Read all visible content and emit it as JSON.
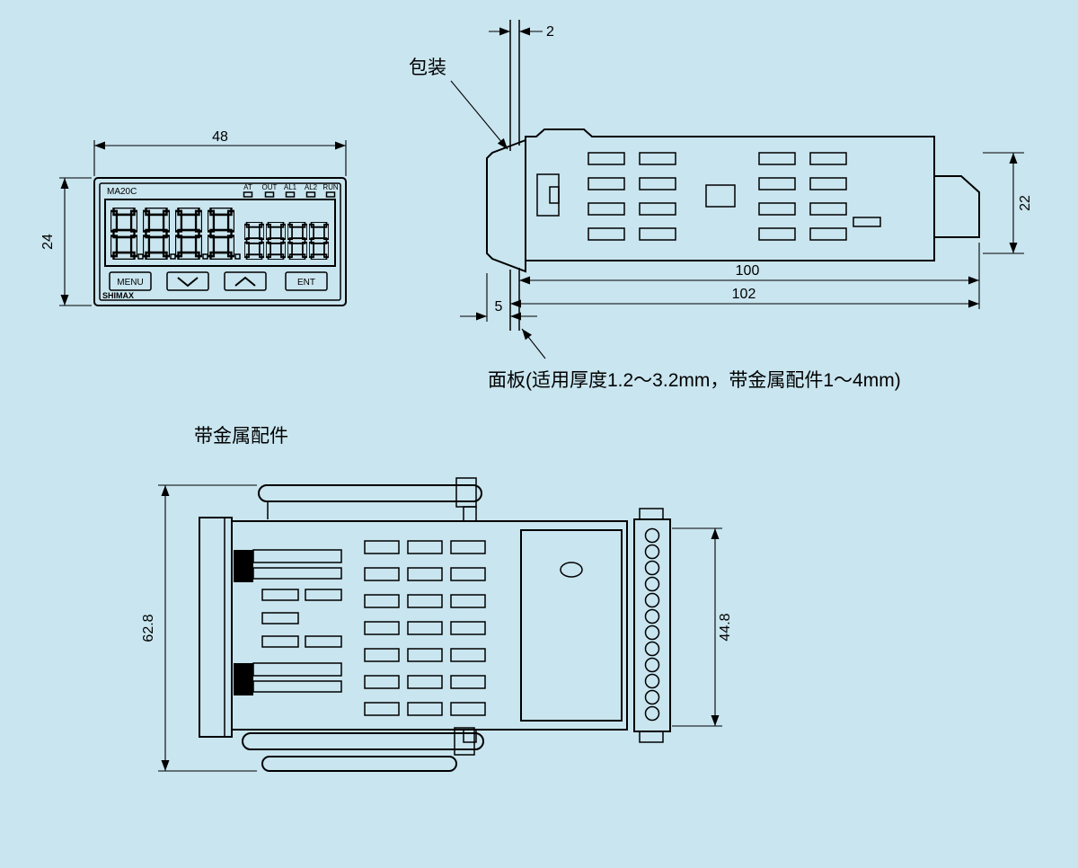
{
  "colors": {
    "background": "#c9e5ef",
    "line": "#000000"
  },
  "front_view": {
    "model_label": "MA20C",
    "brand_label": "SHIMAX",
    "indicators": [
      "AT",
      "OUT",
      "AL1",
      "AL2",
      "RUN"
    ],
    "button_menu": "MENU",
    "button_ent": "ENT",
    "dim_width_mm": "48",
    "dim_height_mm": "24"
  },
  "side_view": {
    "packaging_label": "包装",
    "dim_panel_thickness_mm": "2",
    "dim_bezel_depth_mm": "5",
    "dim_body_depth_mm": "100",
    "dim_total_depth_mm": "102",
    "dim_rear_height_mm": "22",
    "panel_note": "面板(适用厚度1.2～3.2mm，带金属配件1～4mm)"
  },
  "fitting_view": {
    "title": "带金属配件",
    "dim_overall_height_mm": "62.8",
    "dim_terminal_height_mm": "44.8"
  }
}
